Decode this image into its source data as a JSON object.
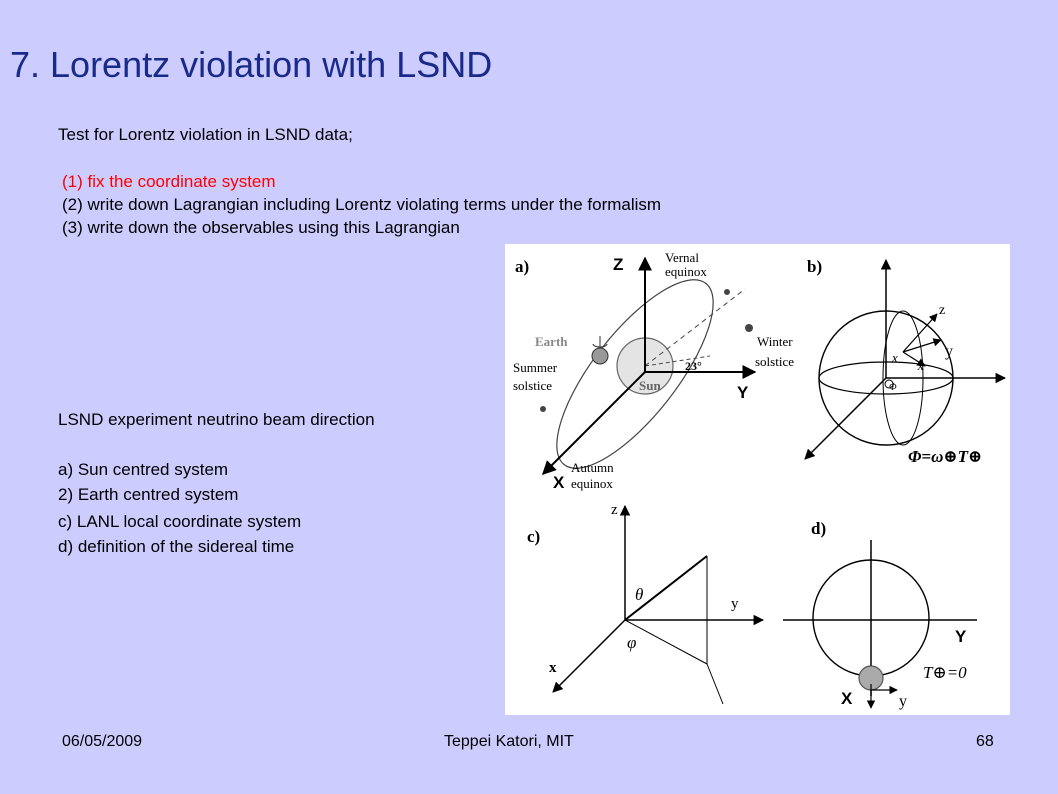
{
  "title": "7. Lorentz violation with LSND",
  "intro": "Test for Lorentz violation in LSND data;",
  "steps": [
    "(1) fix the coordinate system",
    "(2) write down Lagrangian including Lorentz violating terms under the formalism",
    "(3) write down the observables using this Lagrangian"
  ],
  "beam_heading": "LSND experiment neutrino beam direction",
  "panel_items": [
    "a) Sun centred system",
    "2) Earth centred system",
    "c) LANL local coordinate system",
    "d) definition of the sidereal time"
  ],
  "figure": {
    "a": {
      "label": "a)",
      "Z": "Z",
      "Y": "Y",
      "X": "X",
      "vernal_1": "Vernal",
      "vernal_2": "equinox",
      "winter_1": "Winter",
      "winter_2": "solstice",
      "summer_1": "Summer",
      "summer_2": "solstice",
      "autumn_1": "Autumn",
      "autumn_2": "equinox",
      "earth": "Earth",
      "sun": "Sun",
      "tilt": "23°"
    },
    "b": {
      "label": "b)",
      "z": "z",
      "y": "y",
      "x": "x",
      "x_italic": "x",
      "phi": "Φ",
      "formula": "Φ=ω⊕T⊕"
    },
    "c": {
      "label": "c)",
      "z": "z",
      "y": "y",
      "x": "x",
      "theta": "θ",
      "phi": "φ"
    },
    "d": {
      "label": "d)",
      "Y": "Y",
      "X": "X",
      "y": "y",
      "formula": "T⊕=0"
    }
  },
  "footer": {
    "date": "06/05/2009",
    "author": "Teppei Katori, MIT",
    "page": "68"
  }
}
